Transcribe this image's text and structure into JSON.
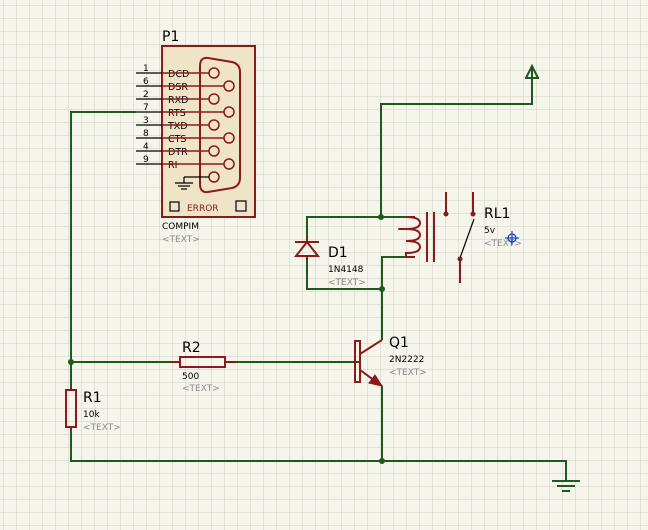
{
  "p1": {
    "ref": "P1",
    "part": "COMPIM",
    "text": "<TEXT>",
    "status": "ERROR",
    "pins": [
      {
        "num": "1",
        "name": "DCD"
      },
      {
        "num": "6",
        "name": "DSR"
      },
      {
        "num": "2",
        "name": "RXD"
      },
      {
        "num": "7",
        "name": "RTS"
      },
      {
        "num": "3",
        "name": "TXD"
      },
      {
        "num": "8",
        "name": "CTS"
      },
      {
        "num": "4",
        "name": "DTR"
      },
      {
        "num": "9",
        "name": "RI"
      }
    ]
  },
  "d1": {
    "ref": "D1",
    "value": "1N4148",
    "text": "<TEXT>"
  },
  "rl1": {
    "ref": "RL1",
    "value": "5v",
    "text": "<TEXT>"
  },
  "q1": {
    "ref": "Q1",
    "value": "2N2222",
    "text": "<TEXT>"
  },
  "r2": {
    "ref": "R2",
    "value": "500",
    "text": "<TEXT>"
  },
  "r1": {
    "ref": "R1",
    "value": "10k",
    "text": "<TEXT>"
  },
  "colors": {
    "wire": "#1e5a1e",
    "component": "#8b1a1a",
    "background": "#f5f5ec",
    "grid": "#cfcfc0"
  }
}
